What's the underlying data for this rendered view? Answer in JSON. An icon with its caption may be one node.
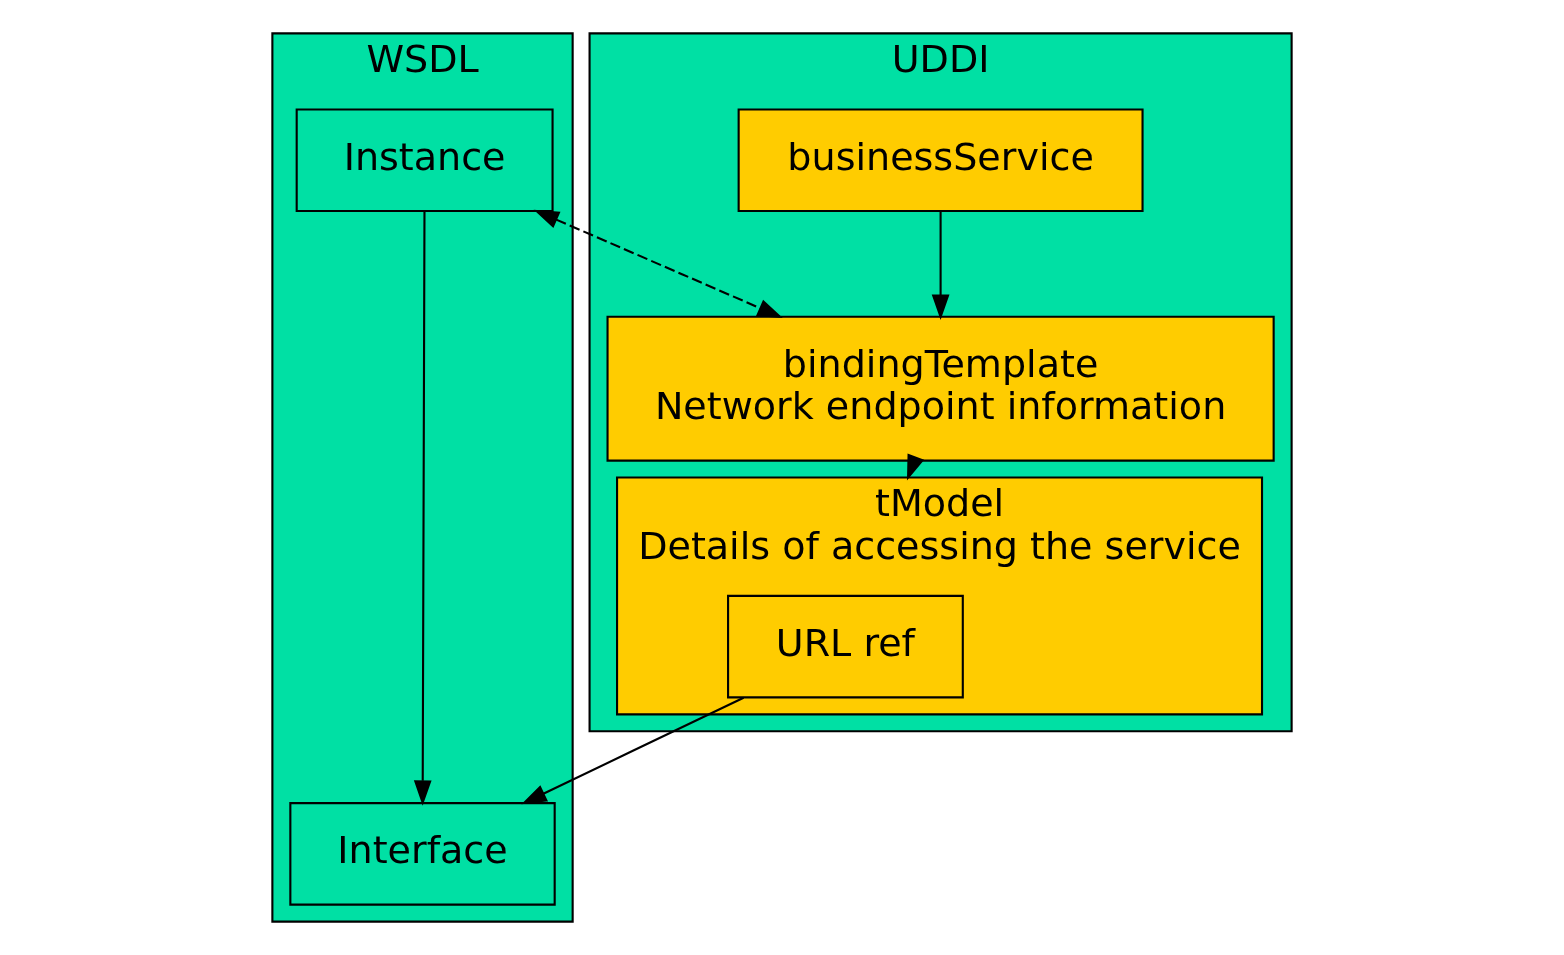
{
  "diagram": {
    "nodes": [
      {
        "text": [
          "WSDL"
        ]
      },
      {
        "text": [
          "Instance"
        ],
        "in": 0
      },
      {
        "text": [
          "Interface"
        ],
        "in": 0
      },
      {
        "text": [
          "UDDI"
        ]
      },
      {
        "text": [
          "businessService"
        ],
        "in": 3
      },
      {
        "text": [
          "bindingTemplate",
          "Network endpoint information"
        ],
        "in": 3
      },
      {
        "text": [
          "tModel",
          "Details of accessing the service"
        ],
        "in": 3
      },
      {
        "text": [
          "URL ref"
        ],
        "in": 6
      }
    ],
    "edges": [
      {
        "from": 1,
        "to": 2,
        "arrow": "to"
      },
      {
        "from": 1,
        "to": 5,
        "arrow": "both",
        "style": "dashed"
      },
      {
        "from": 7,
        "to": 2,
        "arrow": "to"
      },
      {
        "from": 4,
        "to": 5,
        "arrow": "to"
      },
      {
        "from": 5,
        "to": 6,
        "arrow": "to"
      }
    ]
  }
}
